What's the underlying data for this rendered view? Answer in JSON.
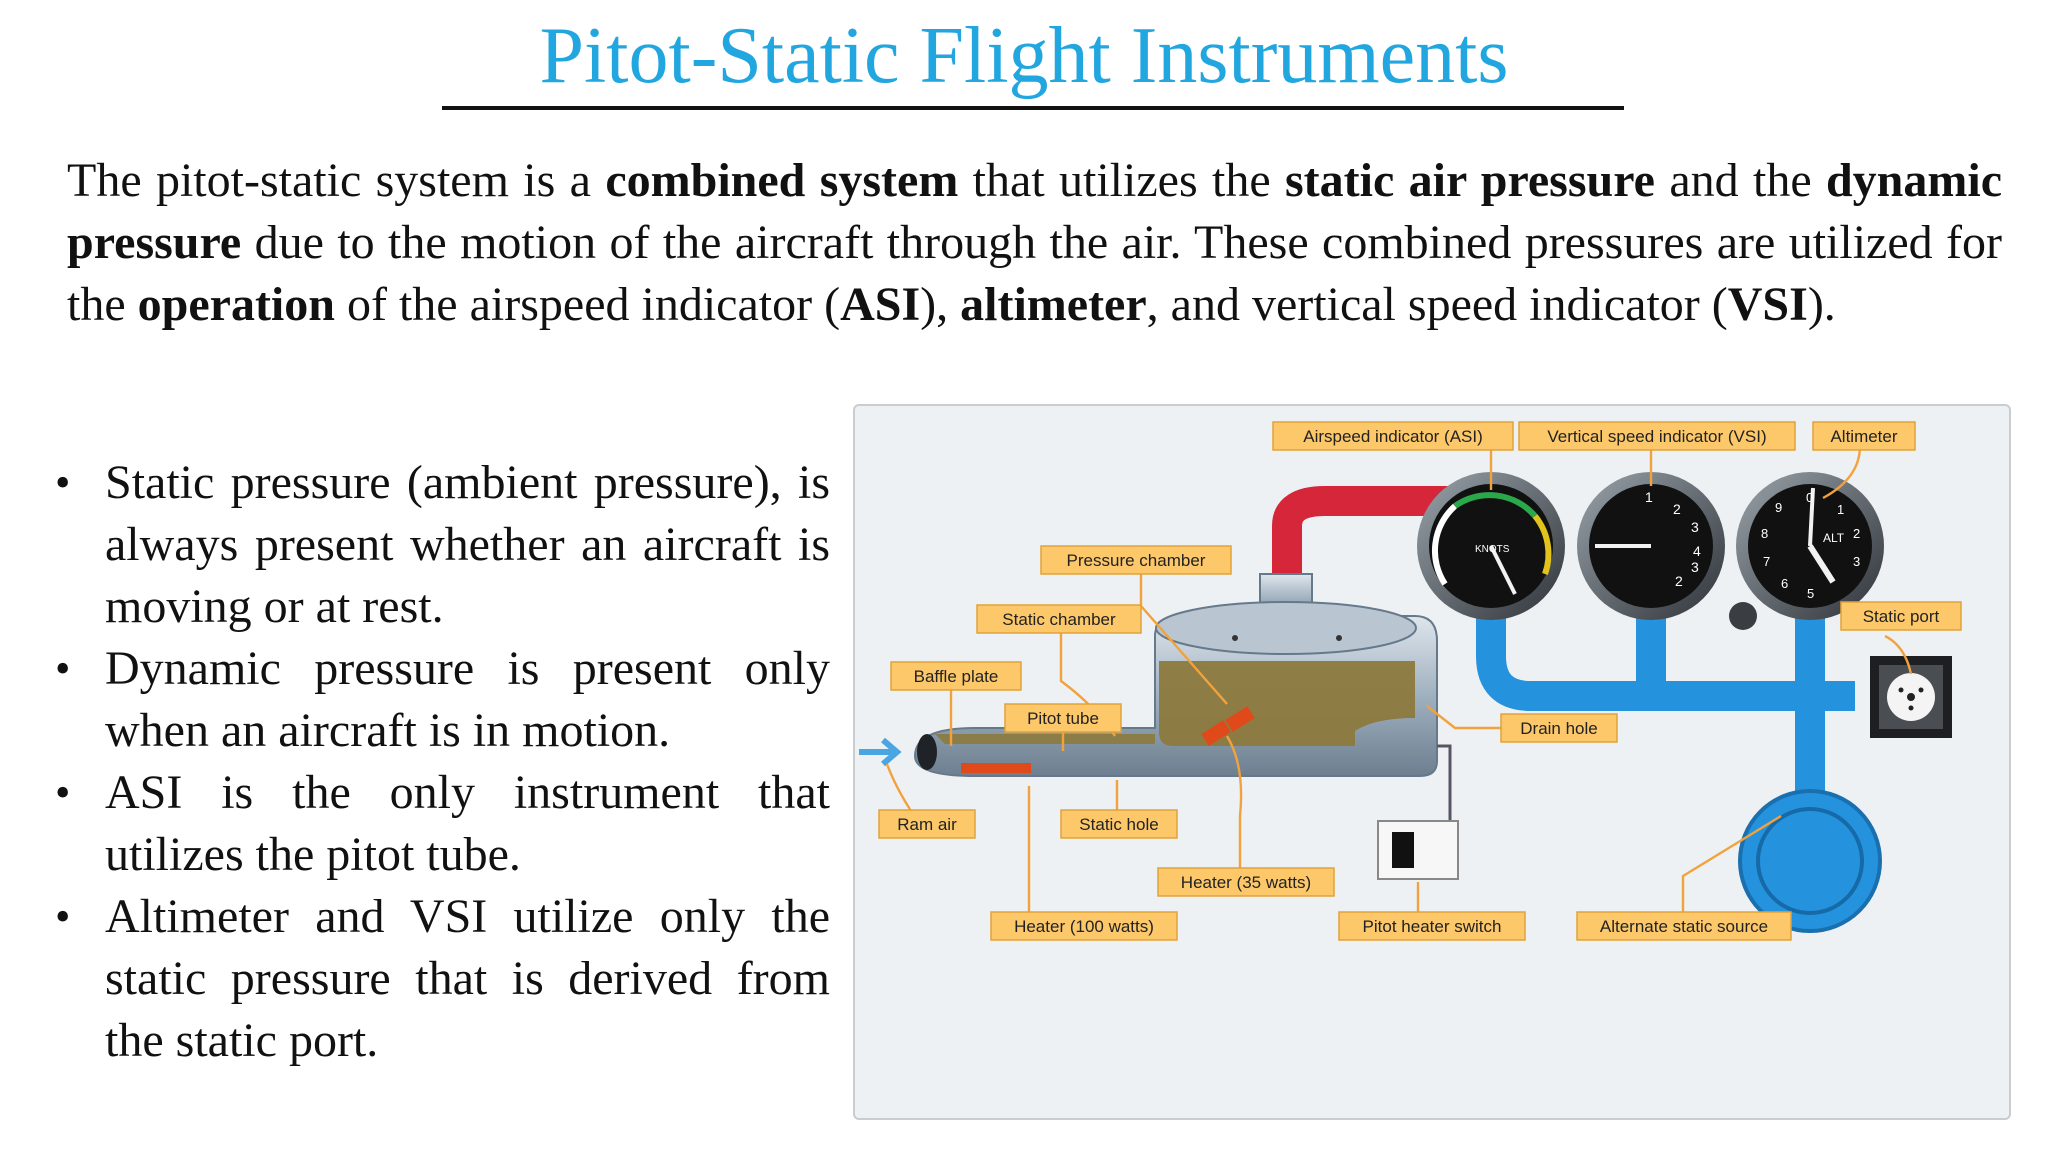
{
  "title": "Pitot-Static Flight Instruments",
  "intro": {
    "p1": "The pitot-static system is a ",
    "b1": "combined system",
    "p2": " that utilizes the ",
    "b2": "static air pressure",
    "p3": " and the ",
    "b3": "dynamic pressure",
    "p4": " due to the motion of the aircraft through the air. These combined pressures are utilized for the ",
    "b4": "operation",
    "p5": " of the airspeed indicator (",
    "b5": "ASI",
    "p6": "), ",
    "b6": "altimeter",
    "p7": ", and vertical speed indicator (",
    "b7": "VSI",
    "p8": ")."
  },
  "bullets": [
    "Static pressure (ambient pressure), is always present whether an aircraft is moving or at rest.",
    "Dynamic pressure is present only when an aircraft is in motion.",
    "ASI is the only instrument that utilizes the pitot tube.",
    "Altimeter and VSI utilize only the static pressure that is derived from the static port."
  ],
  "bullet_symbol": "•",
  "diagram": {
    "labels": {
      "airspeed_indicator": "Airspeed indicator (ASI)",
      "vsi": "Vertical speed indicator (VSI)",
      "altimeter": "Altimeter",
      "pressure_chamber": "Pressure chamber",
      "static_chamber": "Static chamber",
      "baffle_plate": "Baffle plate",
      "pitot_tube": "Pitot tube",
      "static_port": "Static port",
      "drain_hole": "Drain hole",
      "ram_air": "Ram air",
      "static_hole": "Static hole",
      "heater_35": "Heater (35 watts)",
      "heater_100": "Heater (100 watts)",
      "pitot_heater_switch": "Pitot heater switch",
      "alternate_static_source": "Alternate static source"
    },
    "gauge_text": {
      "asi_knots": "KNOTS",
      "alt": "ALT",
      "vsi_digits": [
        "1",
        "2",
        "3",
        "4",
        "2",
        "3"
      ],
      "alt_digits": [
        "0",
        "9",
        "8",
        "7",
        "6",
        "5",
        "1",
        "2",
        "3"
      ]
    },
    "colors": {
      "title": "#21a6df",
      "pipe_blue": "#2592dd",
      "pipe_red": "#d5263a",
      "label_fill": "#fcc86a",
      "leader": "#f2a23c",
      "pressure_fill": "#8c7a3e"
    }
  }
}
